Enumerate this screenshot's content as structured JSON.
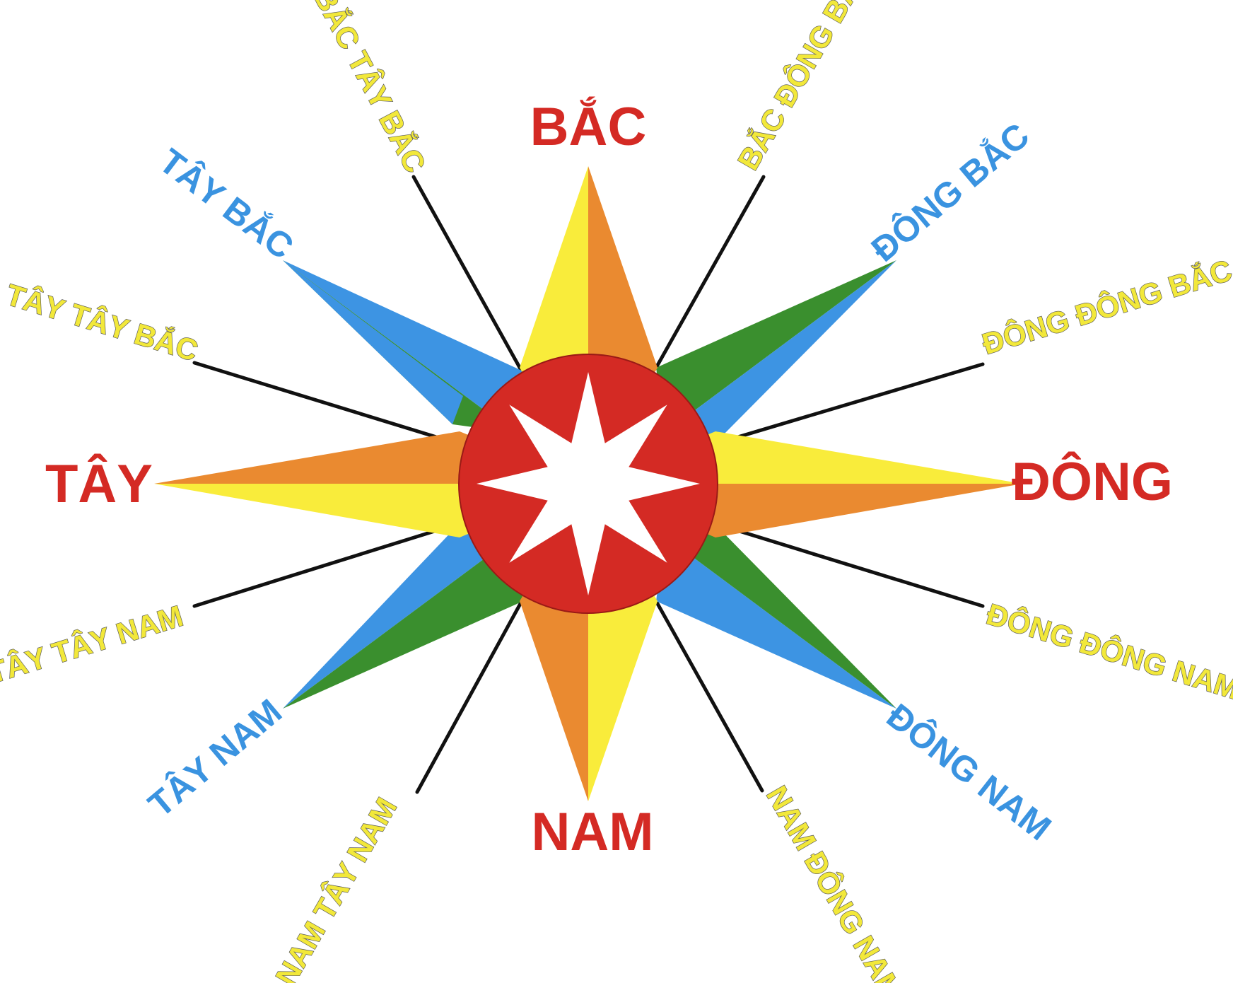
{
  "colors": {
    "cardinal": "#d42a24",
    "intercardinal": "#3a93e0",
    "minor": "#f2e83a",
    "yellow": "#f9ec3b",
    "orange": "#ea8a30",
    "blue": "#3d94e3",
    "green": "#3a8f2e",
    "center_disc": "#d42a24",
    "center_star": "#ffffff",
    "line": "#111111"
  },
  "labels": {
    "north": "BẮC",
    "south": "NAM",
    "east": "ĐÔNG",
    "west": "TÂY",
    "northeast": "ĐÔNG BẮC",
    "northwest": "TÂY BẮC",
    "southeast": "ĐÔNG NAM",
    "southwest": "TÂY NAM",
    "north_northeast": "BẮC ĐÔNG BẮC",
    "north_northwest": "BẮC TÂY BẮC",
    "east_northeast": "ĐÔNG ĐÔNG BẮC",
    "east_southeast": "ĐÔNG ĐÔNG NAM",
    "west_northwest": "TÂY TÂY BẮC",
    "west_southwest": "TÂY TÂY NAM",
    "south_southeast": "NAM ĐÔNG NAM",
    "south_southwest": "NAM TÂY NAM"
  }
}
